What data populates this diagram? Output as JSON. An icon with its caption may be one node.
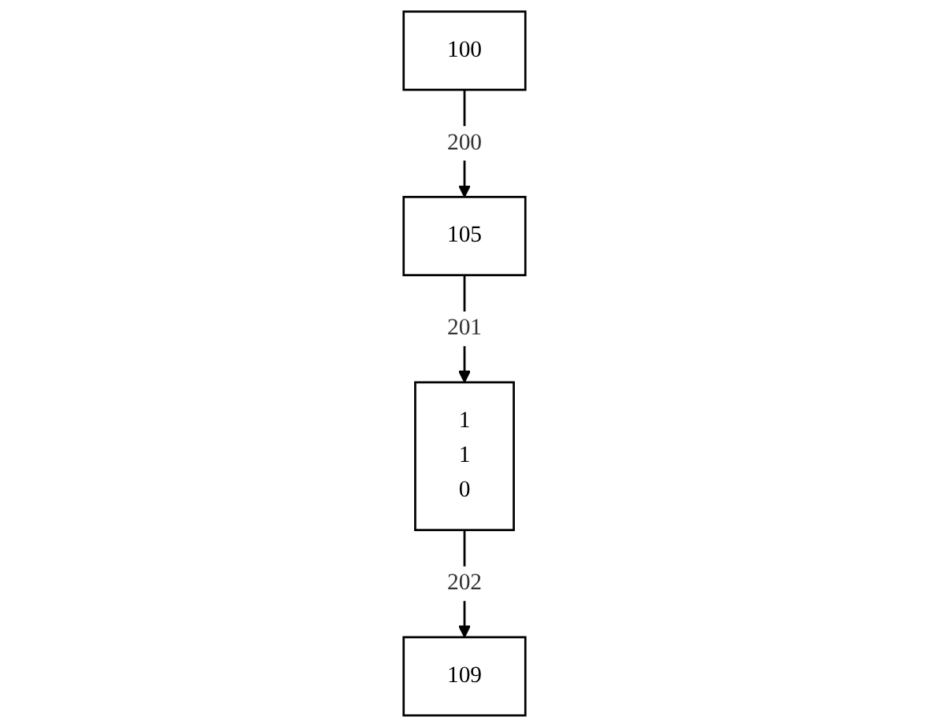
{
  "diagram": {
    "nodes": [
      {
        "text": [
          "100"
        ]
      },
      {
        "text": [
          "105"
        ]
      },
      {
        "text": [
          "1 1 0"
        ]
      },
      {
        "text": [
          "109"
        ]
      }
    ],
    "edges": [
      {
        "from": 0,
        "to": 1,
        "arrow": "to",
        "label": "200"
      },
      {
        "from": 1,
        "to": 2,
        "arrow": "to",
        "label": "201"
      },
      {
        "from": 2,
        "to": 3,
        "arrow": "to",
        "label": "202"
      }
    ]
  }
}
